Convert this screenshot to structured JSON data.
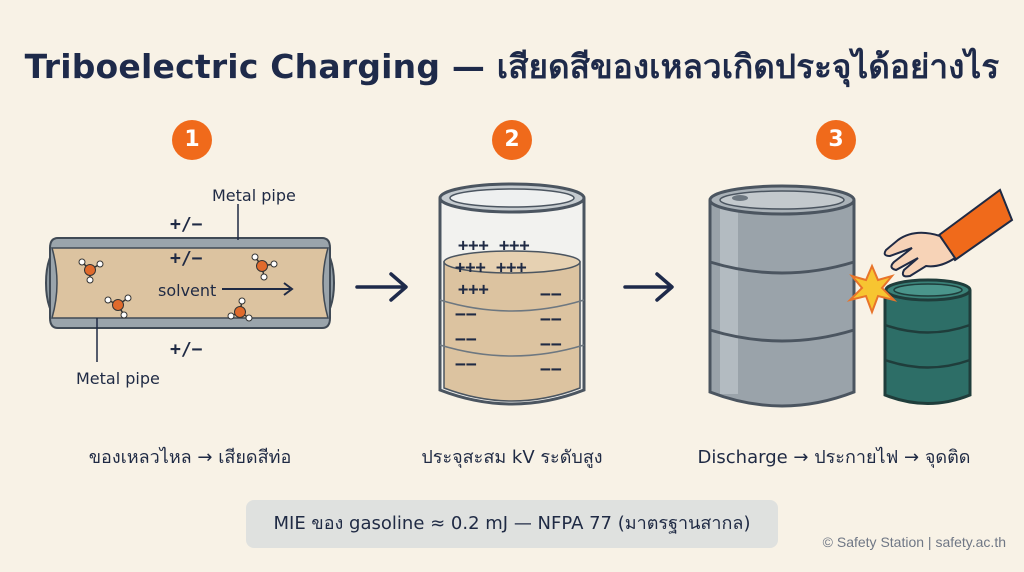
{
  "title": "Triboelectric Charging — เสียดสีของเหลวเกิดประจุได้อย่างไร",
  "steps": [
    {
      "number": "1",
      "caption": "ของเหลวไหล → เสียดสีท่อ"
    },
    {
      "number": "2",
      "caption": "ประจุสะสม kV ระดับสูง"
    },
    {
      "number": "3",
      "caption": "Discharge → ประกายไฟ → จุดติด"
    }
  ],
  "pipe": {
    "label_top": "Metal pipe",
    "label_bottom": "Metal pipe",
    "fluid_label": "solvent",
    "charge_label": "+/−"
  },
  "drum": {
    "plus_rows": [
      "+++ +++",
      "+++ +++",
      "+++"
    ],
    "minus_sign": "−−"
  },
  "footnote": "MIE ของ gasoline ≈ 0.2 mJ — NFPA 77 (มาตรฐานสากล)",
  "copyright": "© Safety Station | safety.ac.th",
  "colors": {
    "accent": "#f06a1b",
    "navy": "#1e2a4a",
    "fluid": "#dcc3a0",
    "steel": "#9ba4ab",
    "green_drum": "#2d6e67"
  },
  "icons": [
    "arrow-right-icon",
    "spark-icon",
    "hand-icon",
    "molecule-icon"
  ]
}
